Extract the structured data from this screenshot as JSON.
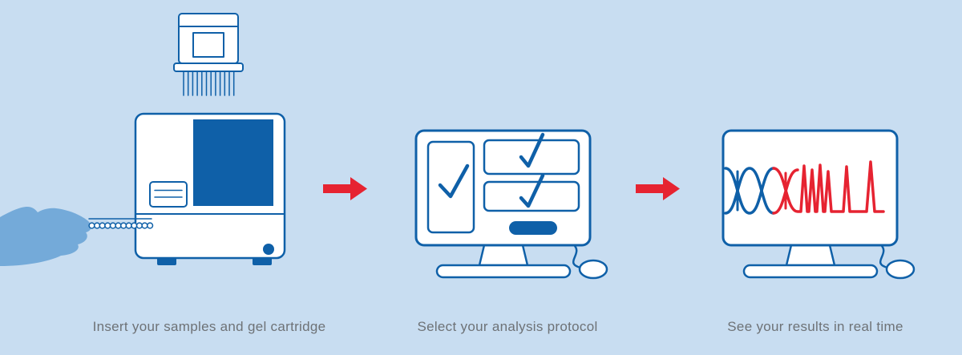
{
  "colors": {
    "background": "#c8ddf1",
    "blue": "#0f60a8",
    "red": "#e62331",
    "hand": "#74aad9",
    "text": "#6e7276"
  },
  "steps": [
    {
      "id": "insert",
      "caption": "Insert your samples and gel cartridge"
    },
    {
      "id": "select",
      "caption": "Select your analysis protocol"
    },
    {
      "id": "results",
      "caption": "See your results in real time"
    }
  ],
  "icons": {
    "gel-cartridge": "svg-shape",
    "analyzer-instrument": "svg-shape",
    "hand-with-sample-strip": "svg-shape",
    "arrow-right": "svg-shape",
    "protocol-monitor": "svg-shape",
    "checkmark": "svg-shape",
    "run-button": "svg-shape",
    "mouse": "svg-shape",
    "dna-helix": "svg-shape",
    "electropherogram-peaks": "svg-shape"
  }
}
